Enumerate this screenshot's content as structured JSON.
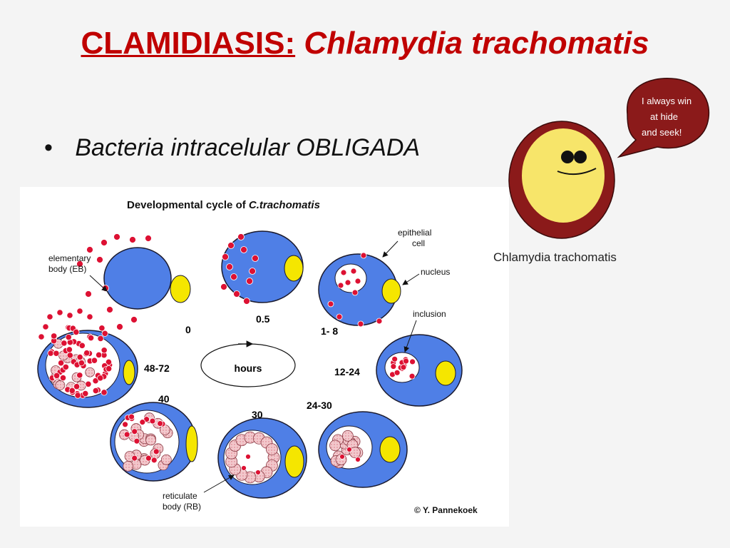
{
  "slide": {
    "title_part1": "CLAMIDIASIS:",
    "title_part2": "Chlamydia trachomatis",
    "bullet_symbol": "•",
    "bullet_text": "Bacteria intracelular OBLIGADA"
  },
  "diagram": {
    "title_prefix": "Developmental cycle of",
    "title_species": "C.trachomatis",
    "labels": {
      "elementary_body_line1": "elementary",
      "elementary_body_line2": "body (EB)",
      "epithelial_cell_line1": "epithelial",
      "epithelial_cell_line2": "cell",
      "nucleus": "nucleus",
      "inclusion": "inclusion",
      "reticulate_body_line1": "reticulate",
      "reticulate_body_line2": "body (RB)",
      "hours": "hours",
      "copyright": "© Y. Pannekoek"
    },
    "time_labels": {
      "t0": "0",
      "t05": "0.5",
      "t1_8": "1- 8",
      "t12_24": "12-24",
      "t24_30": "24-30",
      "t30": "30",
      "t40": "40",
      "t48_72": "48-72"
    },
    "colors": {
      "cell": "#4f7fe6",
      "cell_outline": "#1a1a2e",
      "nucleus": "#f5e600",
      "elementary_body": "#dd1133",
      "reticulate_body": "#f2c8cc",
      "inclusion": "#ffffff"
    }
  },
  "cartoon": {
    "speech_line1": "I always win",
    "speech_line2": "at hide",
    "speech_line3": "and seek!",
    "caption": "Chlamydia trachomatis",
    "colors": {
      "body_outer": "#8b1a1a",
      "body_inner": "#f7e56a",
      "speech_bubble": "#8b1a1a"
    }
  }
}
